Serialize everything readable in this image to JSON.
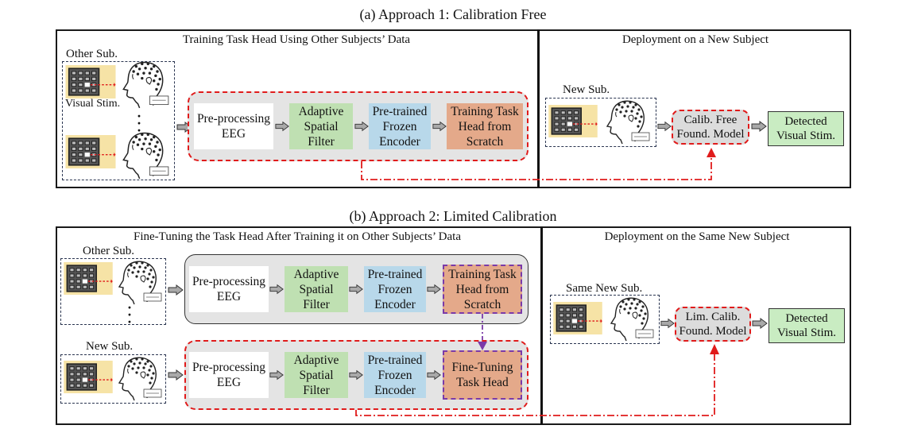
{
  "approach1": {
    "title": "(a) Approach 1: Calibration Free",
    "training_header": "Training Task Head Using Other Subjects’ Data",
    "deployment_header": "Deployment on a New Subject",
    "other_subject_label": "Other Sub.",
    "visual_stim_label": "Visual Stim.",
    "dots": "·\n·\n·",
    "blocks": {
      "preprocessing": "Pre-processing\nEEG",
      "adaptive_filter": "Adaptive\nSpatial\nFilter",
      "encoder": "Pre-trained\nFrozen\nEncoder",
      "task_head": "Training Task\nHead from\nScratch"
    },
    "new_subject_label": "New Sub.",
    "model": "Calib. Free\nFound. Model",
    "detected": "Detected\nVisual Stim."
  },
  "approach2": {
    "title": "(b) Approach 2: Limited Calibration",
    "training_header": "Fine-Tuning the Task Head After Training it on Other Subjects’ Data",
    "deployment_header": "Deployment on the Same New Subject",
    "other_subject_label": "Other Sub.",
    "new_subject_label": "New Sub.",
    "dots": "·\n·\n·",
    "row1_blocks": {
      "preprocessing": "Pre-processing\nEEG",
      "adaptive_filter": "Adaptive\nSpatial\nFilter",
      "encoder": "Pre-trained\nFrozen\nEncoder",
      "task_head": "Training Task\nHead from\nScratch"
    },
    "row2_blocks": {
      "preprocessing": "Pre-processing\nEEG",
      "adaptive_filter": "Adaptive\nSpatial\nFilter",
      "encoder": "Pre-trained\nFrozen\nEncoder",
      "task_head": "Fine-Tuning\nTask Head"
    },
    "same_new_subject_label": "Same New Sub.",
    "model": "Lim. Calib.\nFound. Model",
    "detected": "Detected\nVisual Stim."
  },
  "colors": {
    "red_dash": "#e01b1b",
    "purple_dash": "#7a3aa8",
    "green_block": "#bfe0b2",
    "blue_block": "#b8d8ea",
    "orange_block": "#e4a98a",
    "gray_group": "#e4e4e4"
  }
}
